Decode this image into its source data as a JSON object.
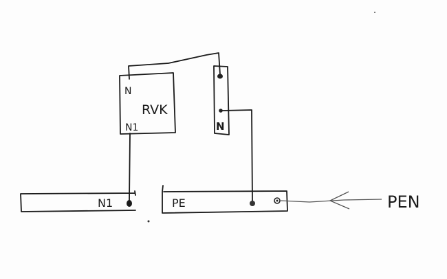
{
  "labels": {
    "rvk_top_terminal": "N",
    "rvk_name": "RVK",
    "rvk_bottom_terminal": "N1",
    "terminal_block": "N",
    "n1_bar": "N1",
    "pe_bar": "PE",
    "incoming": "PEN"
  }
}
